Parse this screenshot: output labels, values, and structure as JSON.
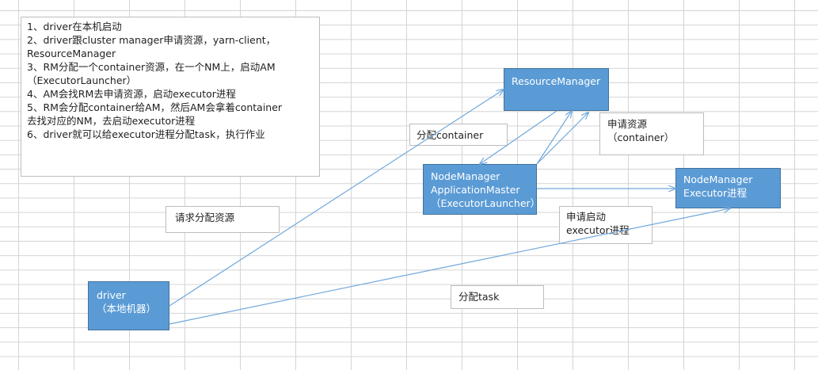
{
  "steps": [
    "1、driver在本机启动",
    "2、driver跟cluster manager申请资源，yarn-client，",
    "ResourceManager",
    "3、RM分配一个container资源，在一个NM上，启动AM",
    "（ExecutorLauncher）",
    "4、AM会找RM去申请资源，启动executor进程",
    "5、RM会分配container给AM，然后AM会拿着container",
    "去找对应的NM，去启动executor进程",
    "6、driver就可以给executor进程分配task，执行作业"
  ],
  "nodes": {
    "resource_manager": "ResourceManager",
    "nm_am": {
      "line1": "NodeManager",
      "line2": "ApplicationMaster",
      "line3": "（ExecutorLauncher）"
    },
    "nm_executor": {
      "line1": "NodeManager",
      "line2": "Executor进程"
    },
    "driver": {
      "line1": "driver",
      "line2": "（本地机器）"
    }
  },
  "callouts": {
    "allocate_container": "分配container",
    "request_resources": {
      "line1": "申请资源",
      "line2": "（container）"
    },
    "request_allocate": "请求分配资源",
    "request_start": {
      "line1": "申请启动",
      "line2": "executor进程"
    },
    "allocate_task": "分配task"
  },
  "colors": {
    "node_fill": "#5b9bd5",
    "node_border": "#41719c",
    "arrow": "#6fa8dc",
    "grid": "#d4d4d4"
  }
}
